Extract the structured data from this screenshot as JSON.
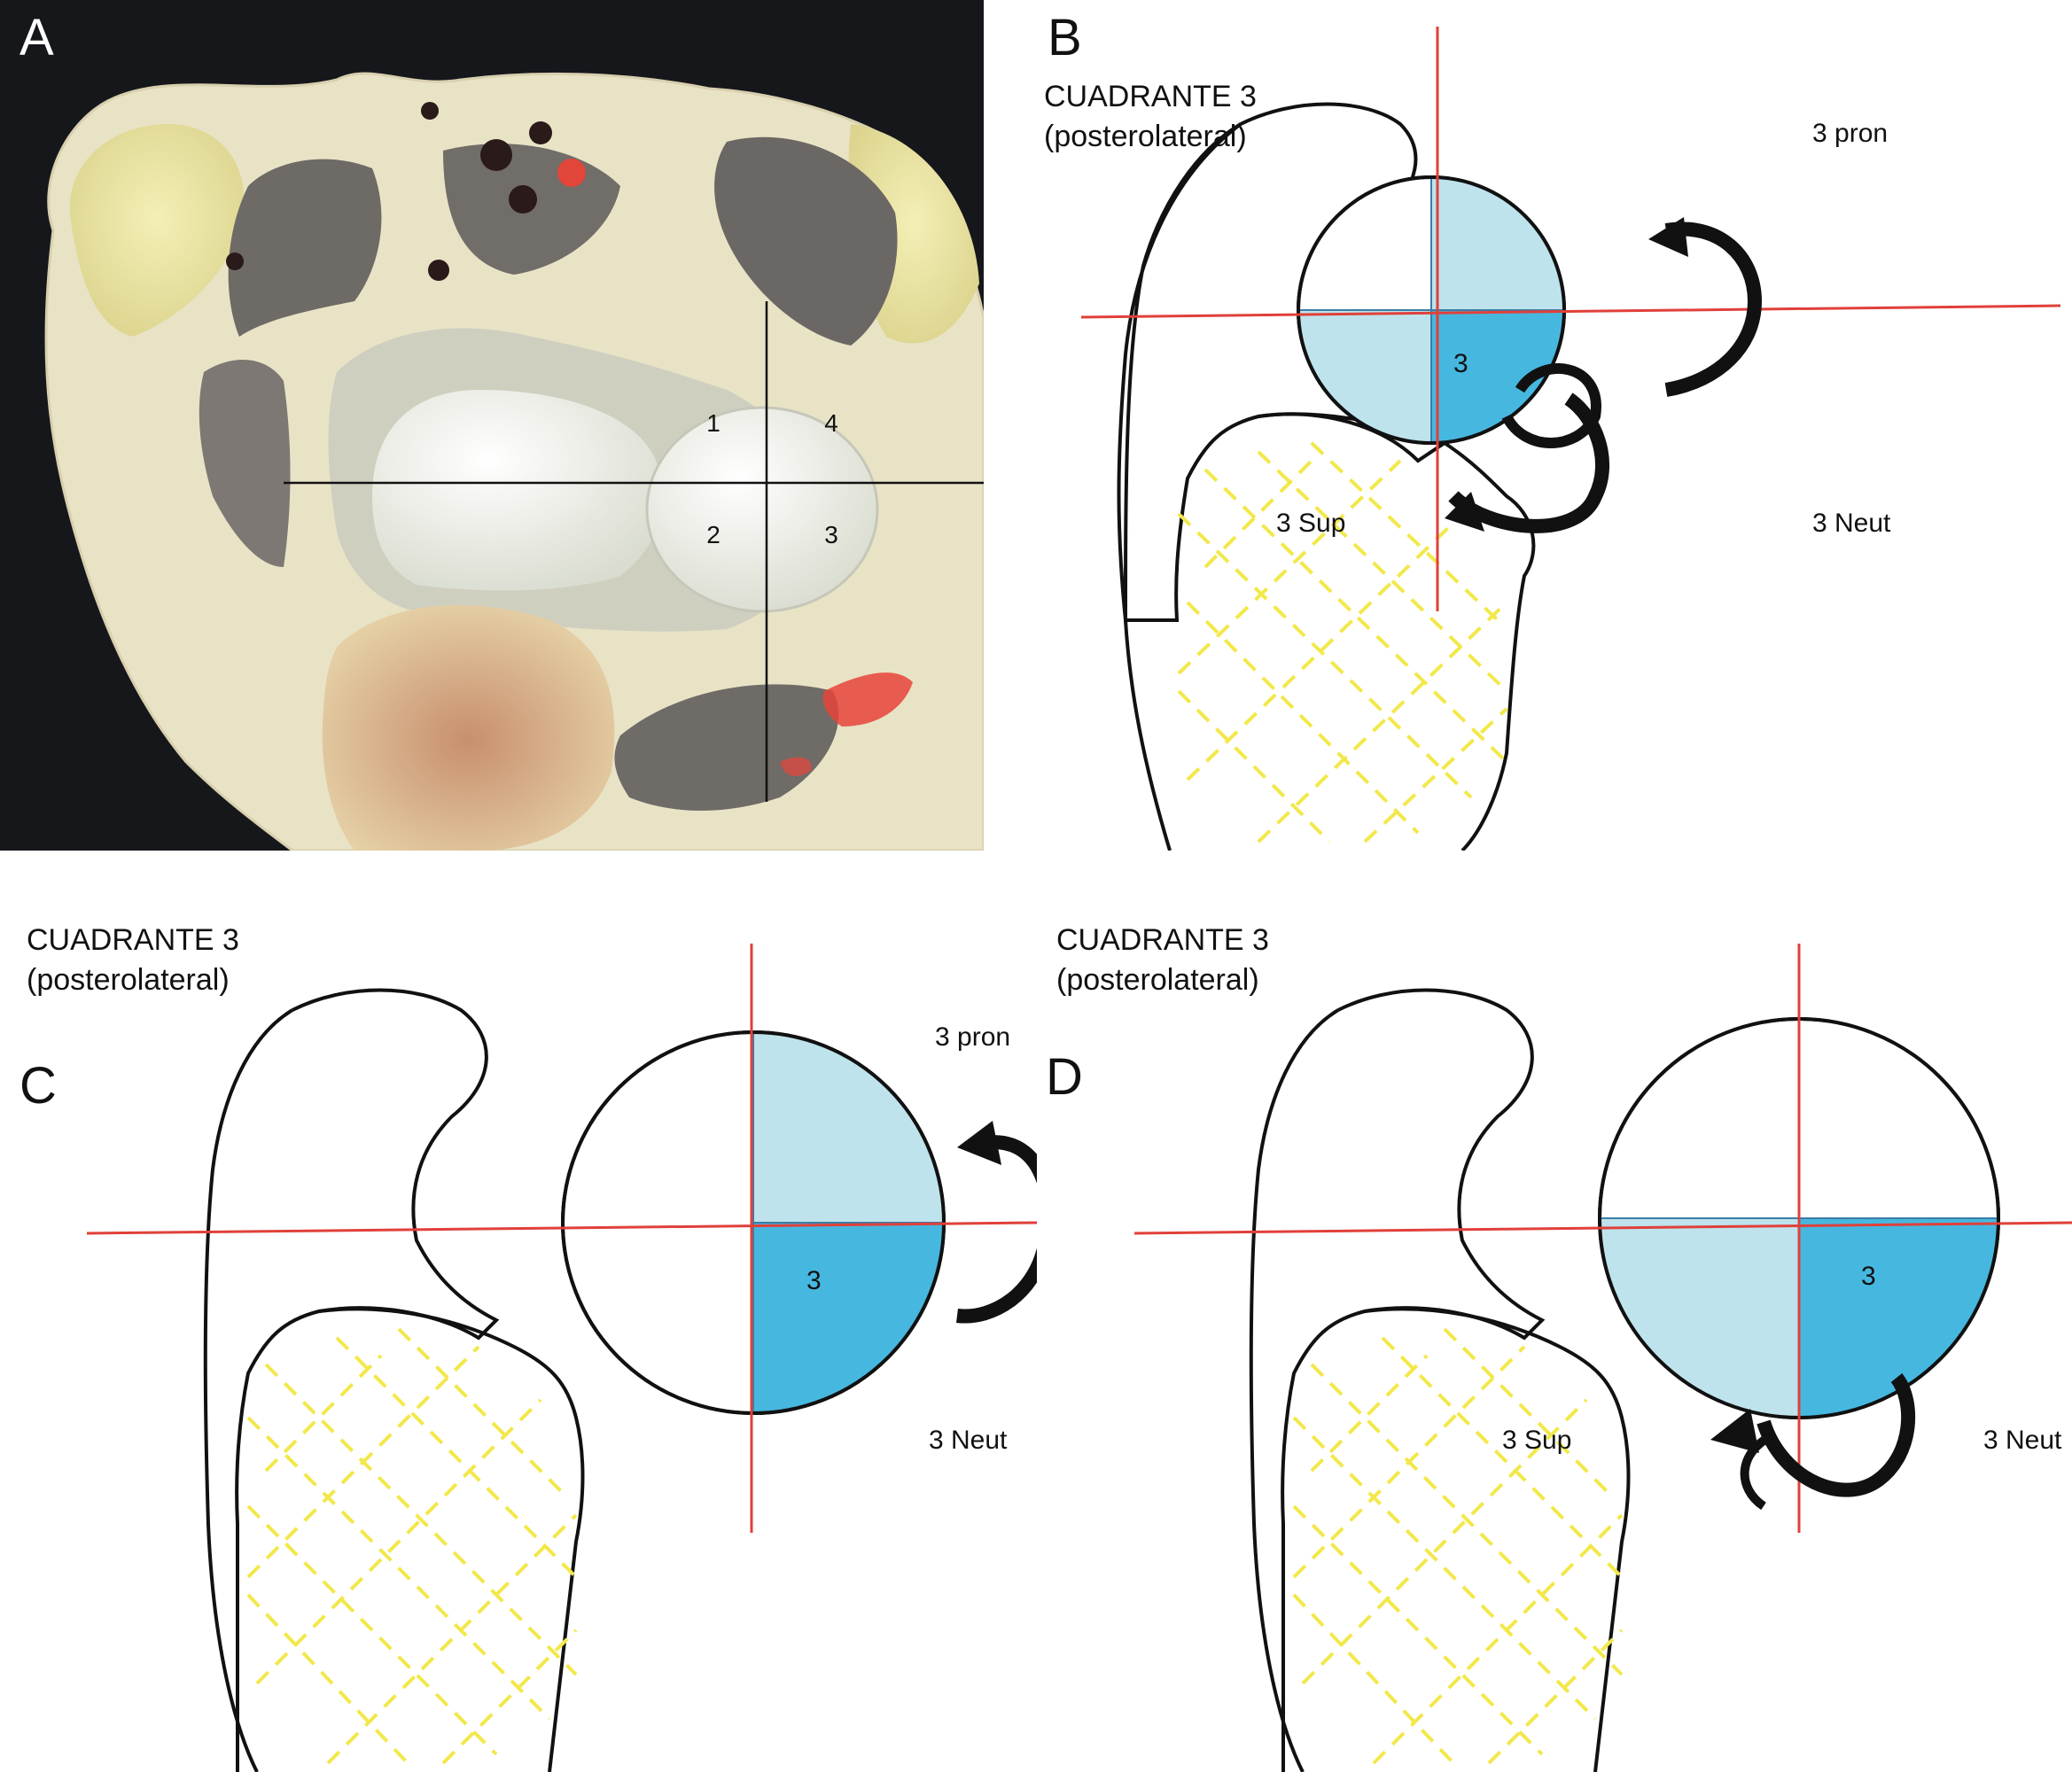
{
  "panel_a": {
    "letter": "A",
    "quadrants": [
      "1",
      "2",
      "3",
      "4"
    ]
  },
  "panel_b": {
    "letter": "B",
    "heading": "CUADRANTE 3",
    "subheading": "(posterolateral)",
    "quadrant": "3",
    "label_pron": "3 pron",
    "label_neut": "3 Neut",
    "label_sup": "3 Sup"
  },
  "panel_c": {
    "letter": "C",
    "heading": "CUADRANTE 3",
    "subheading": "(posterolateral)",
    "quadrant": "3",
    "label_pron": "3 pron",
    "label_neut": "3 Neut"
  },
  "panel_d": {
    "letter": "D",
    "heading": "CUADRANTE 3",
    "subheading": "(posterolateral)",
    "quadrant": "3",
    "label_neut": "3 Neut",
    "label_sup": "3 Sup"
  },
  "colors": {
    "axis_red": "#e0403a",
    "quadrant_light": "#bfe3ec",
    "quadrant_dark": "#46b8e0",
    "dashed_yellow": "#f2e84a",
    "photo_background": "#15171b"
  }
}
